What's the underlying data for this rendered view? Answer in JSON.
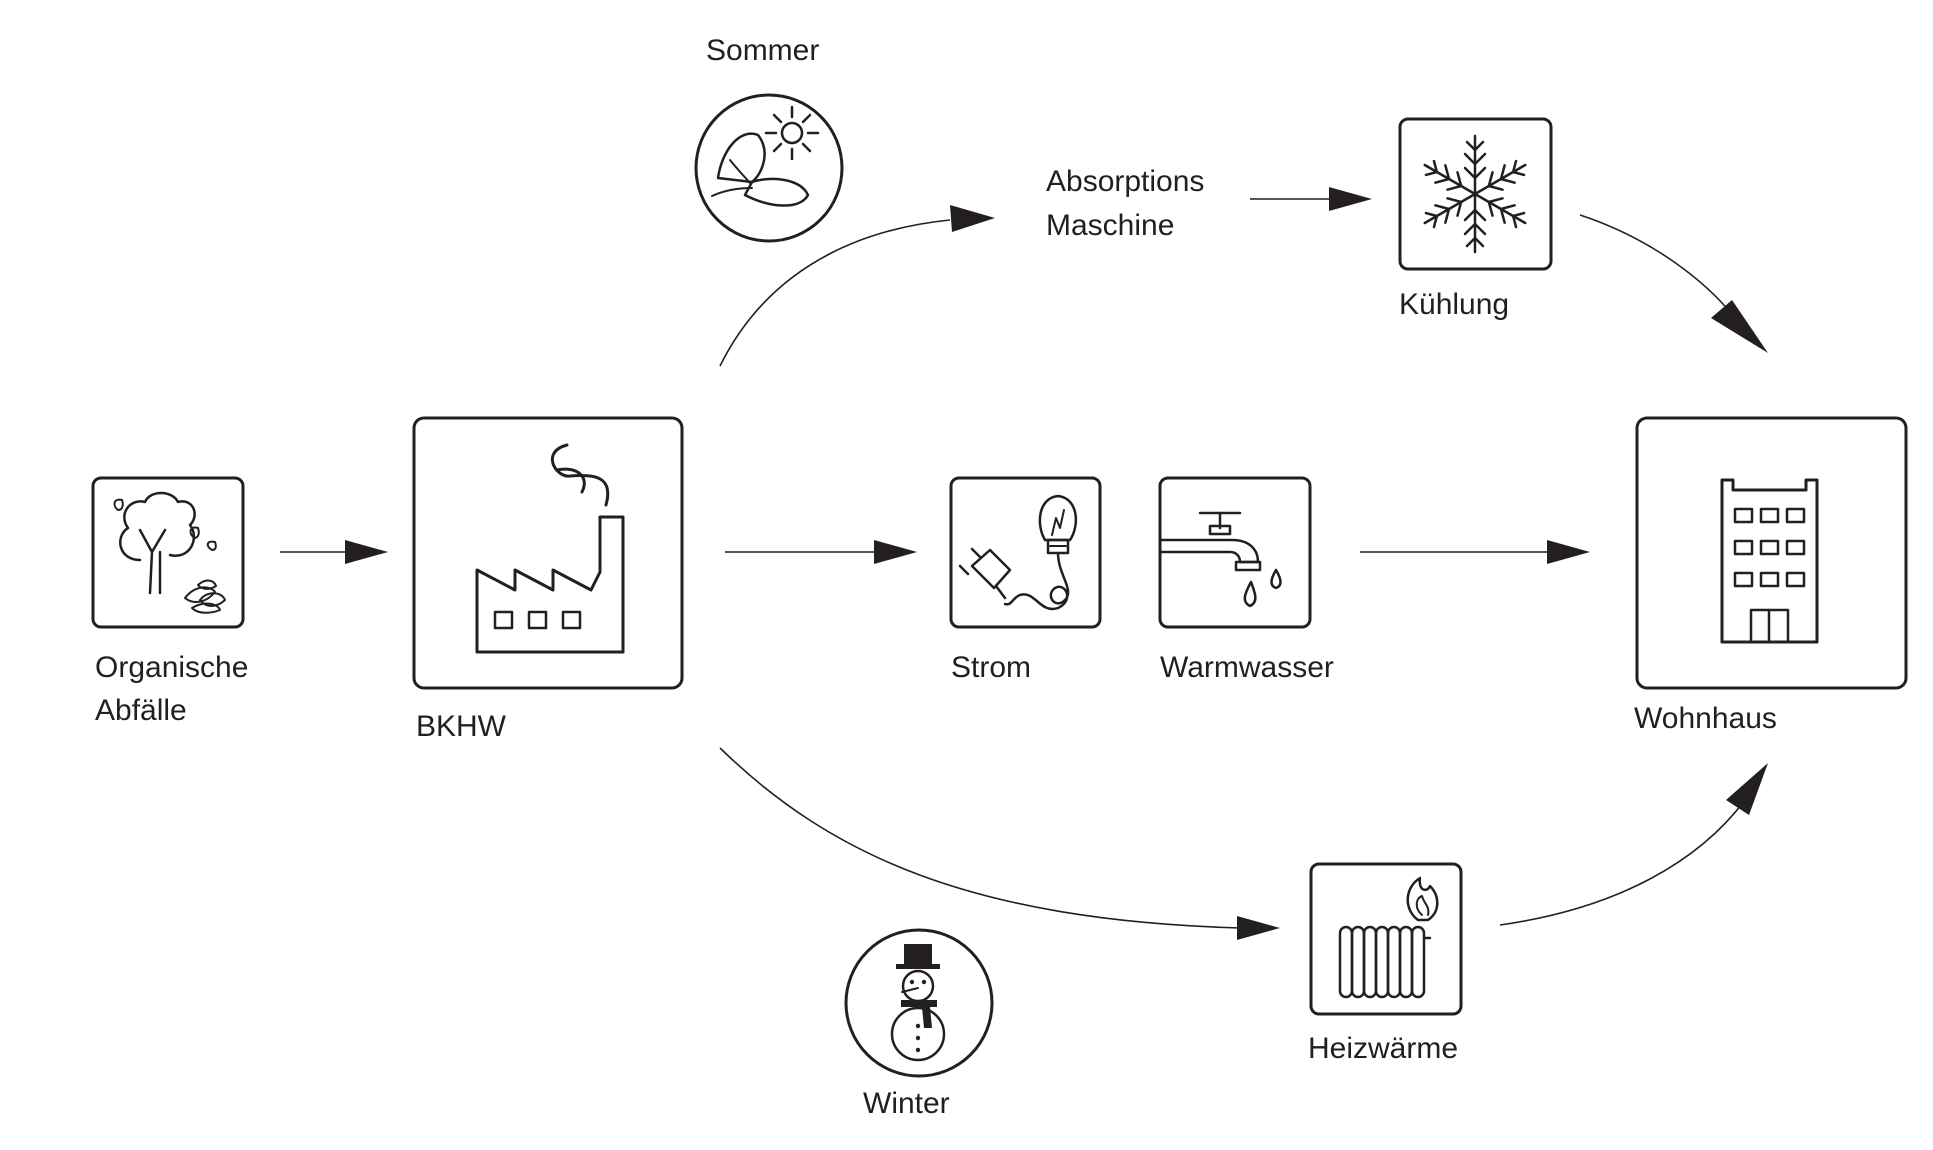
{
  "diagram": {
    "nodes": {
      "organic": {
        "label_lines": [
          "Organische",
          "Abfälle"
        ],
        "icon": "tree-leaves-icon"
      },
      "bkhw": {
        "label": "BKHW",
        "icon": "factory-icon"
      },
      "strom": {
        "label": "Strom",
        "icon": "plug-bulb-icon"
      },
      "warmwasser": {
        "label": "Warmwasser",
        "icon": "water-tap-icon"
      },
      "absorption": {
        "label_lines": [
          "Absorptions",
          "Maschine"
        ]
      },
      "kuehlung": {
        "label": "Kühlung",
        "icon": "snowflake-icon"
      },
      "heizwaerme": {
        "label": "Heizwärme",
        "icon": "radiator-flame-icon"
      },
      "wohnhaus": {
        "label": "Wohnhaus",
        "icon": "apartment-building-icon"
      }
    },
    "seasons": {
      "summer": {
        "label": "Sommer",
        "icon": "sun-butterfly-icon"
      },
      "winter": {
        "label": "Winter",
        "icon": "snowman-icon"
      }
    },
    "edges": [
      {
        "from": "organic",
        "to": "bkhw"
      },
      {
        "from": "bkhw",
        "to": "strom"
      },
      {
        "from": "warmwasser",
        "to": "wohnhaus"
      },
      {
        "from": "bkhw",
        "to": "absorption",
        "season": "summer"
      },
      {
        "from": "absorption",
        "to": "kuehlung"
      },
      {
        "from": "kuehlung",
        "to": "wohnhaus"
      },
      {
        "from": "bkhw",
        "to": "heizwaerme",
        "season": "winter"
      },
      {
        "from": "heizwaerme",
        "to": "wohnhaus"
      }
    ]
  }
}
